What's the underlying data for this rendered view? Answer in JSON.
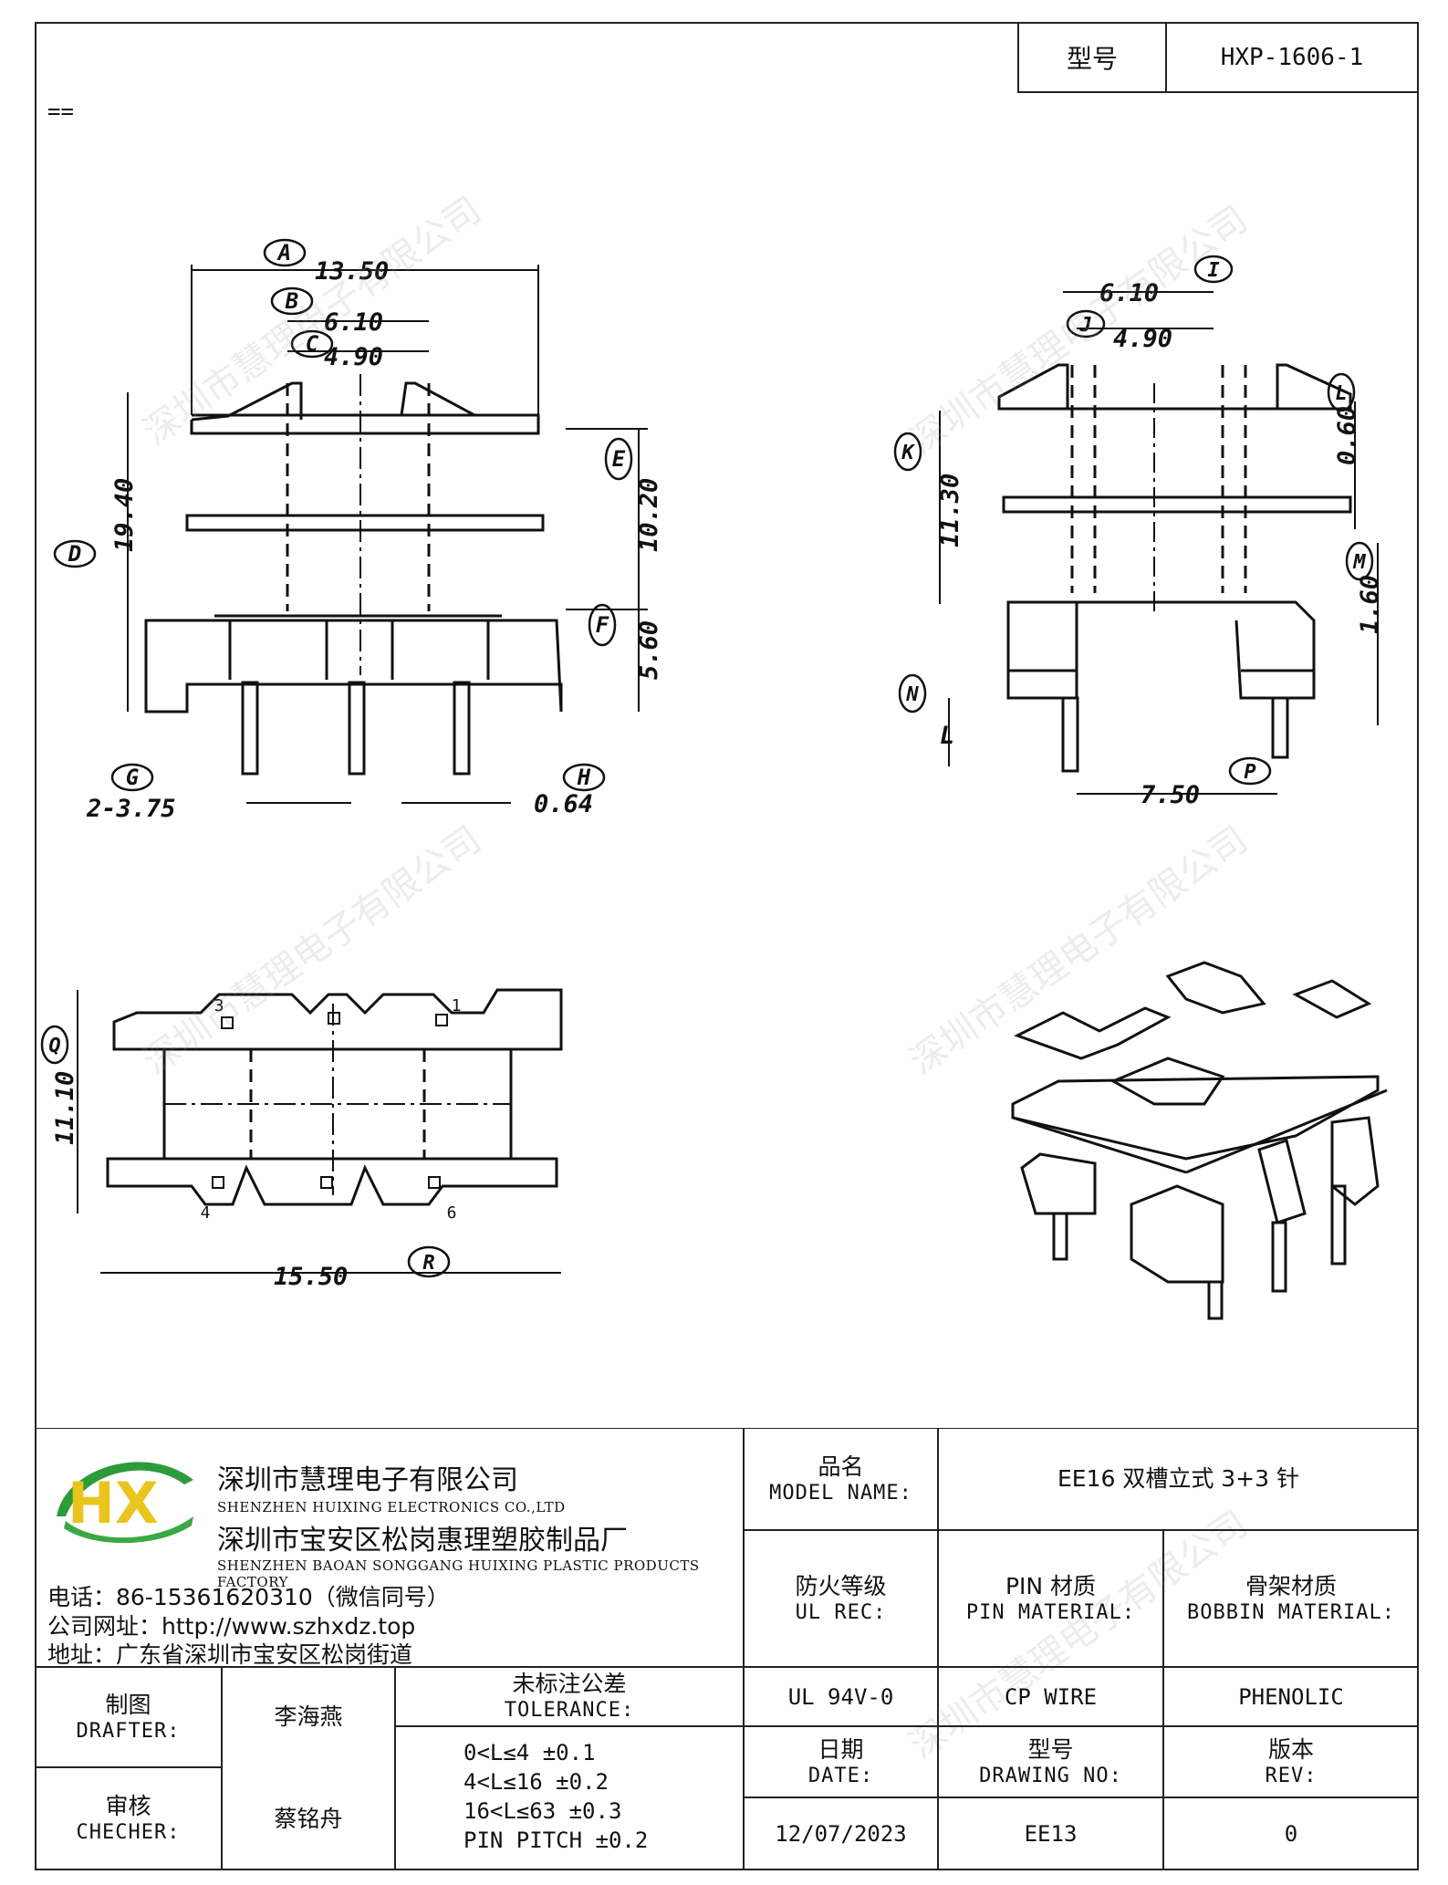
{
  "header": {
    "model_label": "型号",
    "model_value": "HXP-1606-1",
    "marker": "=="
  },
  "drawing": {
    "front_view": {
      "dims": {
        "a": "13.50",
        "b": "6.10",
        "c": "4.90",
        "d": "19.40",
        "e": "10.20",
        "f": "5.60",
        "g": "2-3.75",
        "h": "0.64"
      },
      "letters": [
        "A",
        "B",
        "C",
        "D",
        "E",
        "F",
        "G",
        "H"
      ]
    },
    "side_view": {
      "dims": {
        "i": "6.10",
        "j": "4.90",
        "k": "11.30",
        "l": "0.60",
        "m": "1.60",
        "n": "L",
        "p": "7.50"
      },
      "letters": [
        "I",
        "J",
        "K",
        "L",
        "M",
        "N",
        "P"
      ]
    },
    "bottom_view": {
      "dims": {
        "q": "11.10",
        "r": "15.50"
      },
      "letters": [
        "Q",
        "R"
      ],
      "pins": [
        "3",
        "1",
        "4",
        "6"
      ]
    }
  },
  "watermark": "深圳市慧理电子有限公司",
  "title_block": {
    "company_cn_1": "深圳市慧理电子有限公司",
    "company_en_1": "SHENZHEN HUIXING ELECTRONICS CO.,LTD",
    "company_cn_2": "深圳市宝安区松岗惠理塑胶制品厂",
    "company_en_2": "SHENZHEN BAOAN SONGGANG HUIXING PLASTIC PRODUCTS FACTORY",
    "phone": "电话：86-15361620310（微信同号）",
    "website": "公司网址：http://www.szhxdz.top",
    "address": "地址：广东省深圳市宝安区松岗街道",
    "logo_text": "HX",
    "model_name_cn": "品名",
    "model_name_en": "MODEL NAME:",
    "model_name_value": "EE16 双槽立式 3+3 针",
    "ul_cn": "防火等级",
    "ul_en": "UL REC:",
    "pin_cn": "PIN 材质",
    "pin_en": "PIN MATERIAL:",
    "bobbin_cn": "骨架材质",
    "bobbin_en": "BOBBIN MATERIAL:",
    "ul_value": "UL 94V-0",
    "pin_value": "CP WIRE",
    "bobbin_value": "PHENOLIC",
    "drafter_cn": "制图",
    "drafter_en": "DRAFTER:",
    "drafter_name": "李海燕",
    "checker_cn": "审核",
    "checker_en": "CHECHER:",
    "checker_name": "蔡铭舟",
    "tolerance_cn": "未标注公差",
    "tolerance_en": "TOLERANCE:",
    "tolerances": [
      "0<L≤4  ±0.1",
      "4<L≤16 ±0.2",
      "16<L≤63 ±0.3",
      "PIN PITCH ±0.2"
    ],
    "date_cn": "日期",
    "date_en": "DATE:",
    "date_value": "12/07/2023",
    "drawing_no_cn": "型号",
    "drawing_no_en": "DRAWING NO:",
    "drawing_no_value": "EE13",
    "rev_cn": "版本",
    "rev_en": "REV:",
    "rev_value": "0"
  }
}
